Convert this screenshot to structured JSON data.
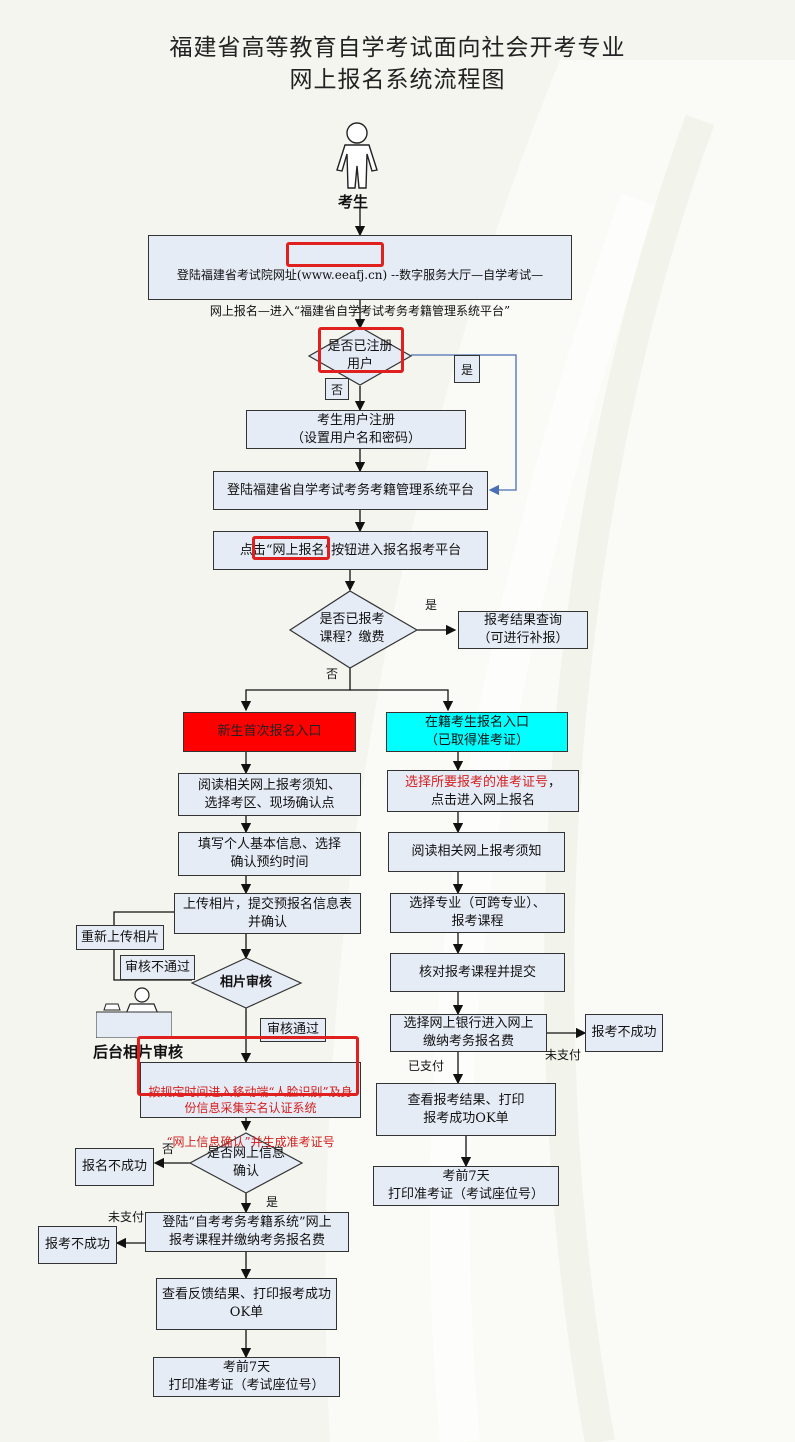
{
  "title": {
    "line1": "福建省高等教育自学考试面向社会开考专业",
    "line2": "网上报名系统流程图"
  },
  "actor": {
    "label": "考生",
    "icon": "person-icon"
  },
  "step_login_site": {
    "line1": "登陆福建省考试院网址(www.eeafj.cn) --数字服务大厅—自学考试—",
    "line2": "网上报名—进入“福建省自学考试考务考籍管理系统平台”"
  },
  "decision_registered": {
    "text": "是否已注册\n用户",
    "yes": "是",
    "no": "否"
  },
  "step_register": {
    "text": "考生用户注册\n（设置用户名和密码）"
  },
  "step_login_platform": {
    "text": "登陆福建省自学考试考务考籍管理系统平台"
  },
  "step_click_online": {
    "text": "点击“网上报名”按钮进入报名报考平台"
  },
  "decision_applied": {
    "text": "是否已报考\n课程？缴费",
    "yes": "是",
    "no": "否"
  },
  "step_query_result": {
    "text": "报考结果查询\n（可进行补报）"
  },
  "new_student": {
    "entry": "新生首次报名入口",
    "read_notice": "阅读相关网上报考须知、\n选择考区、现场确认点",
    "fill_info": "填写个人基本信息、选择\n确认预约时间",
    "upload_photo": "上传相片，提交预报名信息表\n并确认",
    "reupload": "重新上传相片",
    "audit_failed": "审核不通过",
    "photo_audit": "相片审核",
    "audit_passed": "审核通过",
    "backend_audit": "后台相片审核",
    "face_verify": "按规定时间进入移动端“人脸识别”及身份信息采集实名认证系统",
    "face_verify_line3": "“网上信息确认”并生成准考证号",
    "decision_confirm": "是否网上信息\n确认",
    "confirm_yes": "是",
    "confirm_no": "否",
    "fail_signup": "报名不成功",
    "pay_step": "登陆“自考考务考籍系统”网上\n报考课程并缴纳考务报名费",
    "unpaid": "未支付",
    "fail_exam": "报考不成功",
    "print_ok": "查看反馈结果、打印报考成功\nOK单",
    "print_ticket": "考前7天\n打印准考证（考试座位号）"
  },
  "enrolled_student": {
    "entry": "在籍考生报名入口\n（已取得准考证）",
    "select_ticket_red": "选择所要报考的准考证号",
    "select_ticket_rest": "，\n点击进入网上报名",
    "read_notice": "阅读相关网上报考须知",
    "select_major": "选择专业（可跨专业）、\n报考课程",
    "verify_submit": "核对报考课程并提交",
    "bank_pay": "选择网上银行进入网上\n缴纳考务报名费",
    "unpaid": "未支付",
    "paid": "已支付",
    "fail_exam": "报考不成功",
    "print_ok": "查看报考结果、打印\n报考成功OK单",
    "print_ticket": "考前7天\n打印准考证（考试座位号）"
  },
  "colors": {
    "box_fill": "#e6ecf6",
    "new_entry_fill": "#ff0000",
    "enrolled_entry_fill": "#00ffff",
    "highlight": "#e0201f",
    "yes_connector": "#4a6fb5"
  }
}
